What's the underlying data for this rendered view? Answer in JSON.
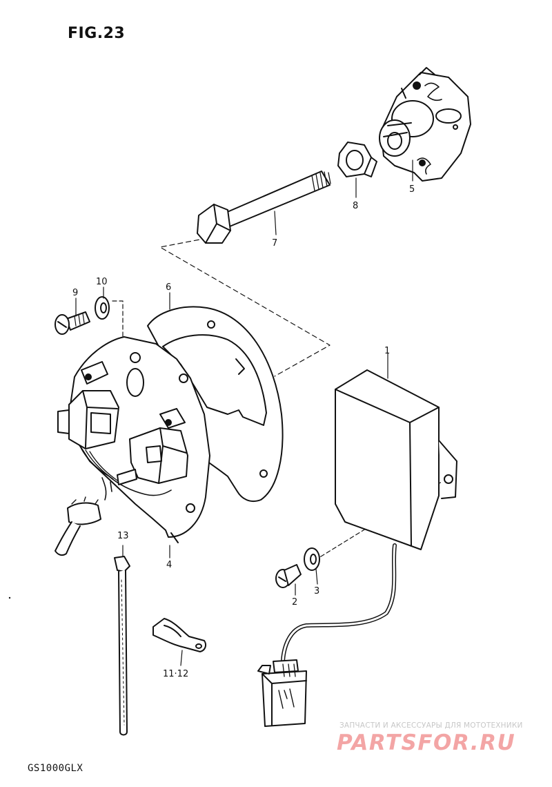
{
  "figure": {
    "title": "FIG.23",
    "model": "GS1000GLX"
  },
  "callouts": {
    "p1": "1",
    "p2": "2",
    "p3": "3",
    "p4": "4",
    "p5": "5",
    "p6": "6",
    "p7": "7",
    "p8": "8",
    "p9": "9",
    "p10": "10",
    "p11_12": "11·12",
    "p13": "13"
  },
  "watermark": {
    "subtitle": "ЗАПЧАСТИ И АКСЕССУАРЫ ДЛЯ МОТОТЕХНИКИ",
    "logo": "PARTSFOR.RU"
  },
  "colors": {
    "ink": "#111111",
    "watermark_logo": "#f3a5a5",
    "watermark_text": "#c7c7c7"
  }
}
